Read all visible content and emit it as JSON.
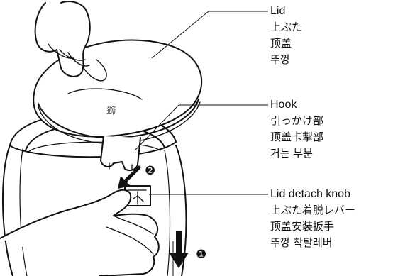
{
  "callouts": [
    {
      "id": "lid",
      "lines": [
        "Lid",
        "上ぶた",
        "顶盖",
        "뚜껑"
      ]
    },
    {
      "id": "hook",
      "lines": [
        "Hook",
        "引っかけ部",
        "顶盖卡掣部",
        "거는 부분"
      ]
    },
    {
      "id": "lid-detach-knob",
      "lines": [
        "Lid detach knob",
        "上ぶた着脱レバー",
        "顶盖安装扳手",
        "뚜껑 착탈레버"
      ]
    }
  ],
  "step_markers": [
    {
      "number": "1",
      "glyph": "❶"
    },
    {
      "number": "2",
      "glyph": "❷"
    }
  ],
  "lid_emblem": "獅"
}
